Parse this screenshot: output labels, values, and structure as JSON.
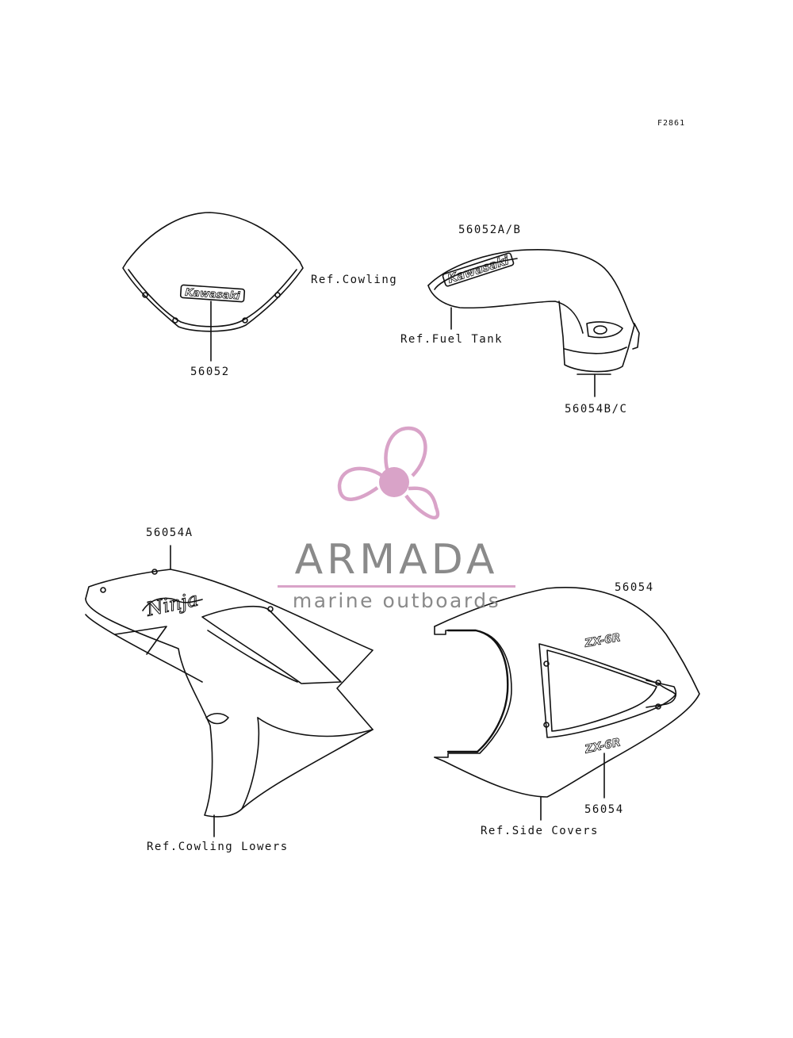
{
  "figure_code": "F2861",
  "callouts": {
    "windshield_part": "56052",
    "ref_cowling": "Ref.Cowling",
    "tank_part": "56052A/B",
    "ref_fuel_tank": "Ref.Fuel Tank",
    "tank_lower_part": "56054B/C",
    "cowling_lower_part": "56054A",
    "ref_cowling_lowers": "Ref.Cowling Lowers",
    "side_cover_part_top": "56054",
    "side_cover_part_bottom": "56054",
    "ref_side_covers": "Ref.Side Covers"
  },
  "decal_text": {
    "windshield_logo": "Kawasaki",
    "tank_logo": "Kawasaki",
    "cowling_logo": "Ninja",
    "side_cover_logo_upper": "ZX-6R",
    "side_cover_logo_lower": "ZX-6R"
  },
  "watermark": {
    "title": "ARMADA",
    "subtitle": "marine outboards",
    "accent_color": "#d9a3c8",
    "text_color": "#8a8a8a",
    "icon": "propeller-icon"
  },
  "colors": {
    "line": "#111111",
    "background": "#ffffff"
  }
}
